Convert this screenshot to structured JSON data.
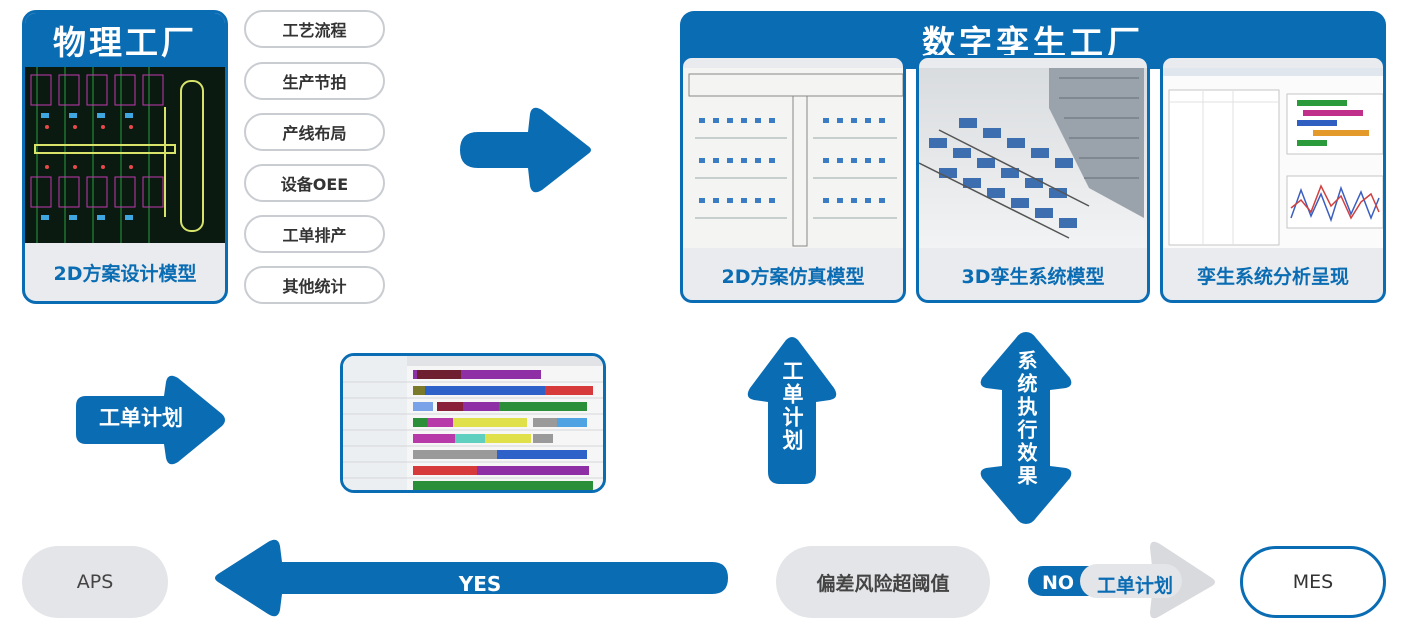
{
  "physical_factory": {
    "title": "物理工厂",
    "caption": "2D方案设计模型"
  },
  "features": [
    "工艺流程",
    "生产节拍",
    "产线布局",
    "设备OEE",
    "工单排产",
    "其他统计"
  ],
  "digital_twin": {
    "title": "数字孪生工厂",
    "cards": [
      "2D方案仿真模型",
      "3D孪生系统模型",
      "孪生系统分析呈现"
    ]
  },
  "flow": {
    "work_order_plan_left": "工单计划",
    "work_order_plan_up": "工单计划",
    "system_effect": "系统执行效果",
    "yes": "YES",
    "no": "NO",
    "work_order_plan_bottom": "工单计划"
  },
  "nodes": {
    "aps": "APS",
    "deviation": "偏差风险超阈值",
    "mes": "MES"
  },
  "colors": {
    "accent": "#0a6cb3",
    "node_gray": "#e4e5e8",
    "arrow_gray": "#d9dadd"
  }
}
